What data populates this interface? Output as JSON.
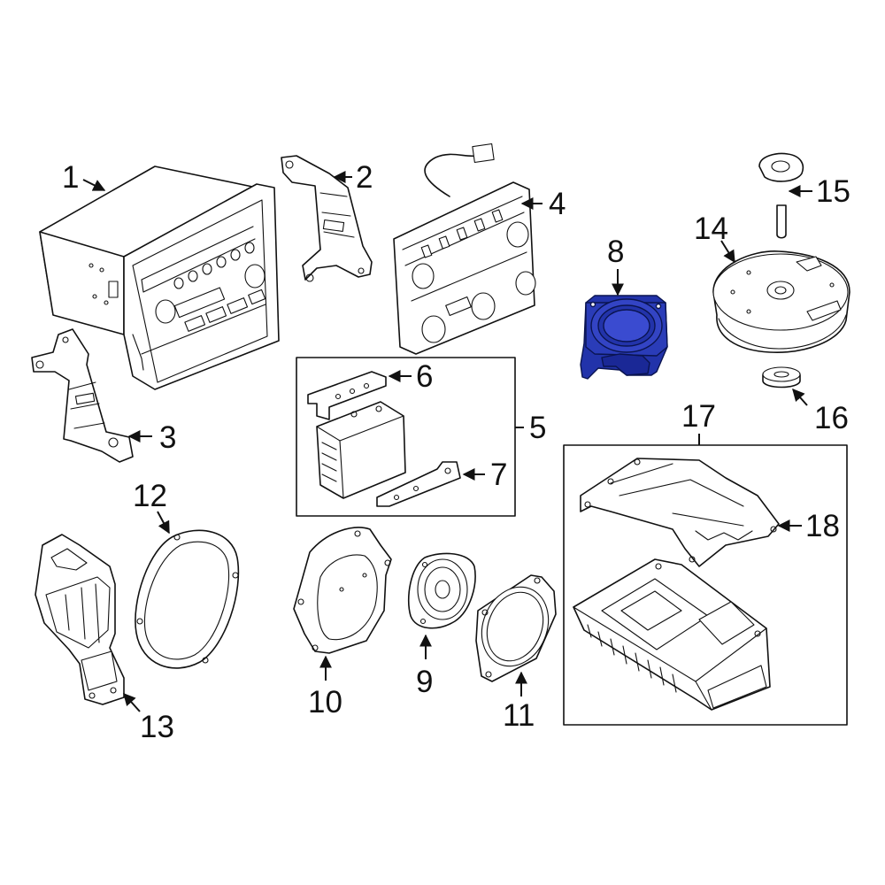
{
  "highlight_color": "#2233aa",
  "callouts": {
    "c1": "1",
    "c2": "2",
    "c3": "3",
    "c4": "4",
    "c5": "5",
    "c6": "6",
    "c7": "7",
    "c8": "8",
    "c9": "9",
    "c10": "10",
    "c11": "11",
    "c12": "12",
    "c13": "13",
    "c14": "14",
    "c15": "15",
    "c16": "16",
    "c17": "17",
    "c18": "18"
  }
}
